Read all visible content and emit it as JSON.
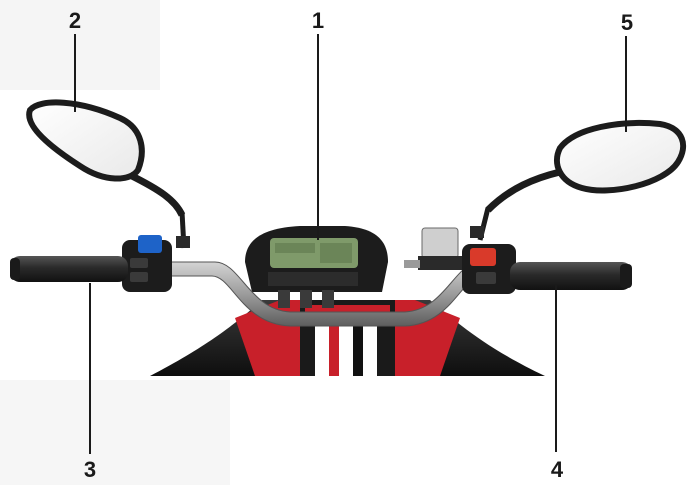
{
  "callouts": [
    {
      "number": "1",
      "part": "instrument-panel"
    },
    {
      "number": "2",
      "part": "left-mirror"
    },
    {
      "number": "3",
      "part": "left-grip"
    },
    {
      "number": "4",
      "part": "right-grip"
    },
    {
      "number": "5",
      "part": "right-mirror"
    }
  ],
  "colors": {
    "frame": "#1c1c1c",
    "metal": "#9a9a9a",
    "blue_switch": "#1e63c8",
    "red_switch": "#d93a2a",
    "tank_red": "#c8202a",
    "display": "#7f9a6a"
  }
}
